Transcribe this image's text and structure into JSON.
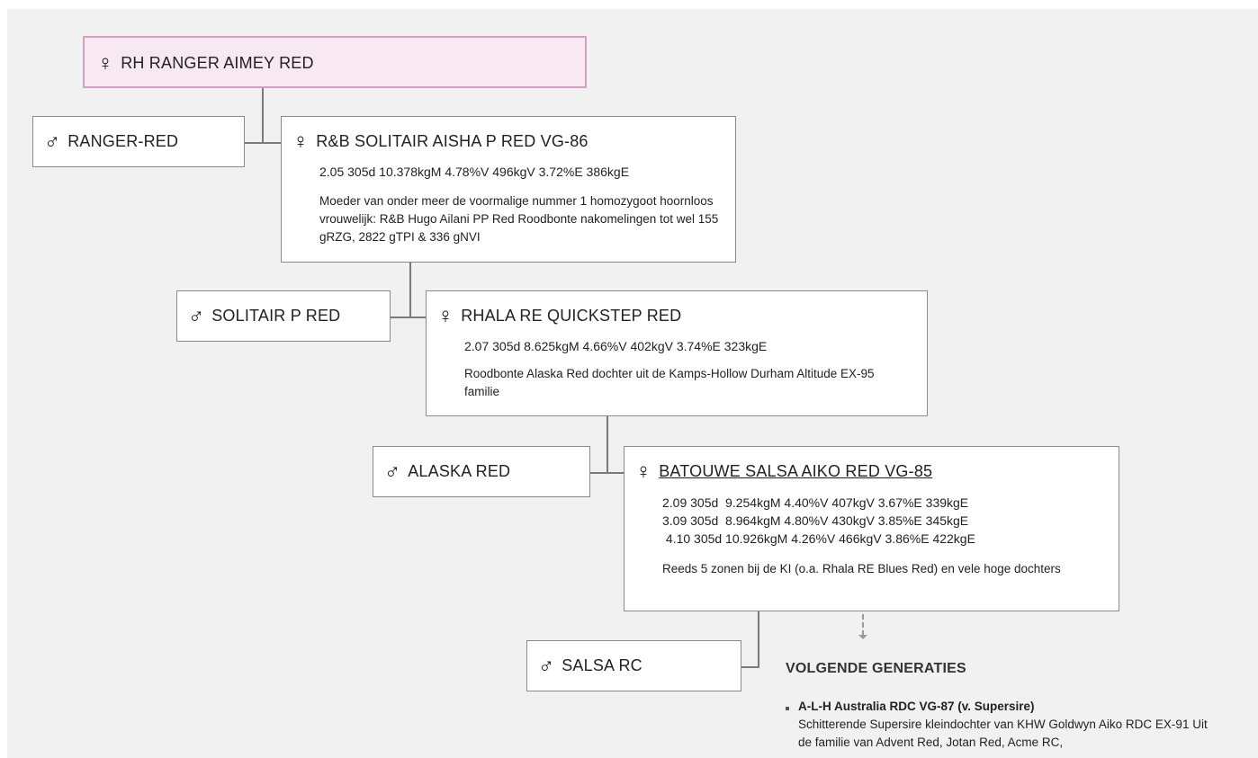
{
  "root": {
    "symbol": "♀",
    "name": "RH RANGER AIMEY RED"
  },
  "generations": [
    {
      "sire": {
        "symbol": "♂",
        "name": "RANGER-RED"
      },
      "dam": {
        "symbol": "♀",
        "name": "R&B SOLITAIR AISHA P RED VG-86",
        "stats": [
          "2.05 305d 10.378kgM 4.78%V 496kgV 3.72%E 386kgE"
        ],
        "description": "Moeder van onder meer de voormalige nummer 1 homozygoot hoornloos vrouwelijk: R&B Hugo Ailani PP Red Roodbonte nakomelingen tot wel 155 gRZG, 2822 gTPI & 336 gNVI"
      }
    },
    {
      "sire": {
        "symbol": "♂",
        "name": "SOLITAIR P RED"
      },
      "dam": {
        "symbol": "♀",
        "name": "RHALA RE QUICKSTEP RED",
        "stats": [
          "2.07 305d 8.625kgM 4.66%V 402kgV 3.74%E 323kgE"
        ],
        "description": "Roodbonte Alaska Red dochter uit de Kamps-Hollow Durham Altitude EX-95 familie"
      }
    },
    {
      "sire": {
        "symbol": "♂",
        "name": "ALASKA RED"
      },
      "dam": {
        "symbol": "♀",
        "name": "BATOUWE SALSA AIKO RED VG-85",
        "stats": [
          "2.09 305d  9.254kgM 4.40%V 407kgV 3.67%E 339kgE",
          "3.09 305d  8.964kgM 4.80%V 430kgV 3.85%E 345kgE",
          " 4.10 305d 10.926kgM 4.26%V 466kgV 3.86%E 422kgE"
        ],
        "description": "Reeds 5 zonen bij de KI (o.a. Rhala RE Blues Red) en vele hoge dochters"
      }
    },
    {
      "sire": {
        "symbol": "♂",
        "name": "SALSA RC"
      }
    }
  ],
  "next_generations": {
    "title": "VOLGENDE GENERATIES",
    "items": [
      {
        "name": "A-L-H Australia RDC VG-87 (v. Supersire)",
        "description": "Schitterende Supersire kleindochter van KHW Goldwyn Aiko RDC EX-91 Uit de familie van Advent Red, Jotan Red, Acme RC,"
      }
    ]
  }
}
